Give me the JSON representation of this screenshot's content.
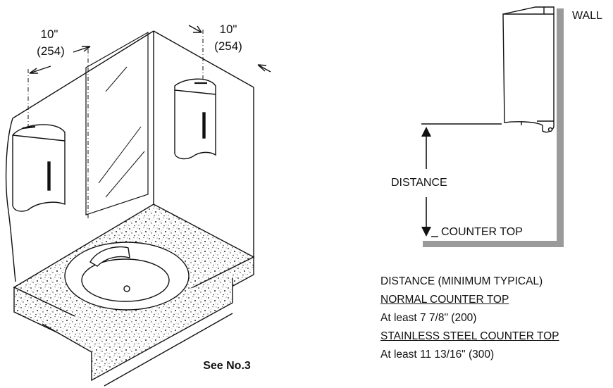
{
  "left_view": {
    "dim_left": {
      "inch": "10\"",
      "mm": "(254)"
    },
    "dim_right": {
      "inch": "10\"",
      "mm": "(254)"
    },
    "see_label": "See No.3"
  },
  "side_view": {
    "wall_label": "WALL",
    "distance_label": "DISTANCE",
    "counter_label": "COUNTER TOP"
  },
  "notes": {
    "heading": "DISTANCE (MINIMUM TYPICAL)",
    "normal_heading": "NORMAL COUNTER TOP",
    "normal_value": "At least 7 7/8\" (200)",
    "stainless_heading": "STAINLESS STEEL COUNTER TOP",
    "stainless_value": "At least 11 13/16\" (300)"
  }
}
